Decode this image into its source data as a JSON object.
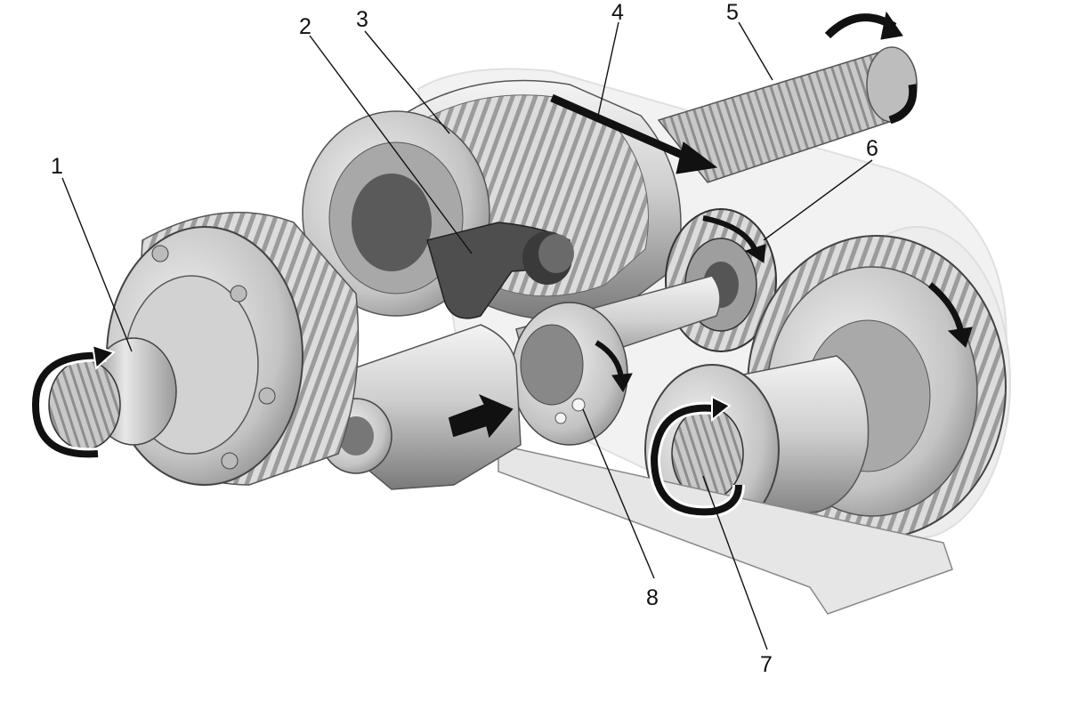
{
  "diagram": {
    "callouts": [
      {
        "id": "1",
        "label": "1"
      },
      {
        "id": "2",
        "label": "2"
      },
      {
        "id": "3",
        "label": "3"
      },
      {
        "id": "4",
        "label": "4"
      },
      {
        "id": "5",
        "label": "5"
      },
      {
        "id": "6",
        "label": "6"
      },
      {
        "id": "7",
        "label": "7"
      },
      {
        "id": "8",
        "label": "8"
      }
    ],
    "colors": {
      "metal_light": "#e4e4e4",
      "metal_mid": "#bdbdbd",
      "metal_dark": "#6e6e6e",
      "shadow": "#3a3a3a",
      "arrow": "#111111",
      "ghost_housing": "#d8d8d8"
    }
  }
}
